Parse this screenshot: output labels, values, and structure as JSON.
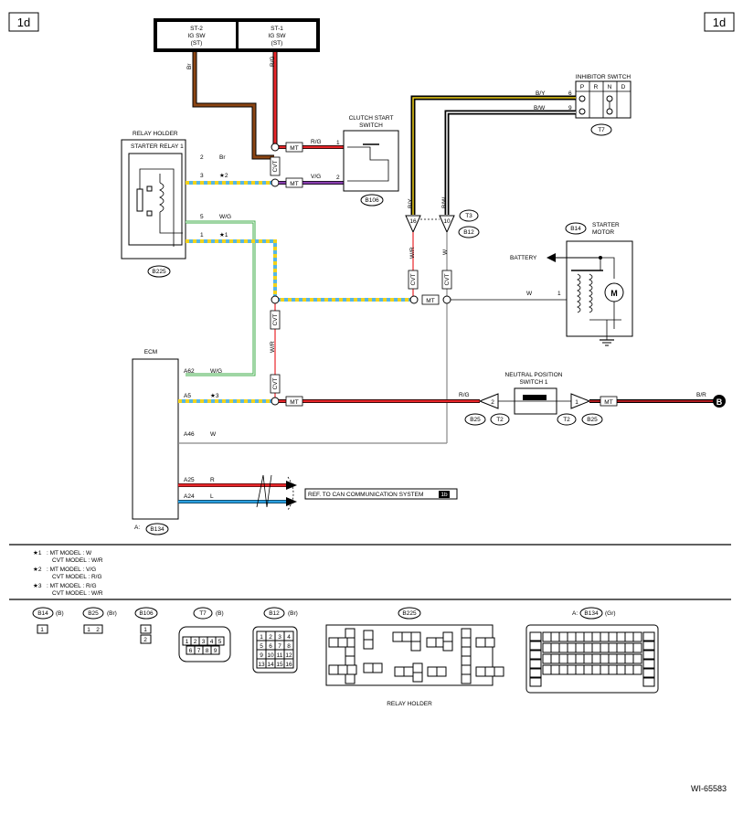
{
  "page_id": "1d",
  "figure_id": "WI-65583",
  "ignition": {
    "st2": [
      "ST-2",
      "IG SW",
      "(ST)"
    ],
    "st1": [
      "ST-1",
      "IG SW",
      "(ST)"
    ]
  },
  "relay_holder": {
    "title": "RELAY HOLDER",
    "relay": "STARTER RELAY 1",
    "connector": "B225"
  },
  "clutch_switch": {
    "title": [
      "CLUTCH START",
      "SWITCH"
    ],
    "connector": "B106"
  },
  "inhibitor": {
    "title": "INHIBITOR SWITCH",
    "positions": [
      "P",
      "R",
      "N",
      "D"
    ],
    "connector": "T7"
  },
  "starter": {
    "title": [
      "STARTER",
      "MOTOR"
    ],
    "connector": "B14",
    "battery": "BATTERY",
    "motor": "M"
  },
  "neutral_switch": {
    "title": [
      "NEUTRAL POSITION",
      "SWITCH 1"
    ]
  },
  "ecm": {
    "title": "ECM",
    "connector_prefix": "A:",
    "connector": "B134",
    "pins": [
      "A62",
      "A5",
      "A46",
      "A25",
      "A24"
    ]
  },
  "can_ref": {
    "text": "REF. TO CAN COMMUNICATION SYSTEM",
    "code": "1b"
  },
  "off_page": "B",
  "tags": {
    "mt": "MT",
    "cvt": "CVT"
  },
  "connectors": {
    "t3": "T3",
    "b12": "B12",
    "b25": "B25",
    "t2": "T2"
  },
  "wires": {
    "br": "Br",
    "rg": "R/G",
    "vg": "V/G",
    "wg": "W/G",
    "w": "W",
    "wr": "W/R",
    "by": "B/Y",
    "bw": "B/W",
    "br2": "B/R",
    "r": "R",
    "l": "L",
    "star1": "★1",
    "star2": "★2",
    "star3": "★3"
  },
  "pins": {
    "relay": [
      "2",
      "3",
      "5",
      "1"
    ],
    "clutch": [
      "1",
      "2"
    ],
    "inhibitor": [
      "6",
      "9"
    ],
    "jc": [
      "16",
      "10"
    ],
    "starter_w": "1",
    "t2a": "2",
    "t2b": "1"
  },
  "notes": [
    {
      "mark": "★1",
      "lines": [
        ": MT MODEL  : W",
        "CVT MODEL  : W/R"
      ]
    },
    {
      "mark": "★2",
      "lines": [
        ": MT MODEL  : V/G",
        "CVT MODEL  : R/G"
      ]
    },
    {
      "mark": "★3",
      "lines": [
        ": MT MODEL  : R/G",
        "CVT MODEL  : W/R"
      ]
    }
  ],
  "legend": {
    "b14": {
      "name": "B14",
      "color": "(B)",
      "pins": [
        "1"
      ]
    },
    "b25": {
      "name": "B25",
      "color": "(Br)",
      "pins": [
        "1",
        "2"
      ]
    },
    "b106": {
      "name": "B106",
      "pins": [
        "1",
        "2"
      ]
    },
    "t7": {
      "name": "T7",
      "color": "(B)",
      "pins": [
        "1",
        "2",
        "3",
        "4",
        "5",
        "6",
        "7",
        "8",
        "9"
      ]
    },
    "b12": {
      "name": "B12",
      "color": "(Br)",
      "pins": [
        "1",
        "2",
        "3",
        "4",
        "5",
        "6",
        "7",
        "8",
        "9",
        "10",
        "11",
        "12",
        "13",
        "14",
        "15",
        "16"
      ]
    },
    "b225": {
      "name": "B225",
      "label": "RELAY HOLDER"
    },
    "b134": {
      "prefix": "A:",
      "name": "B134",
      "color": "(Gr)"
    }
  },
  "colors": {
    "brown": "#8b4513",
    "red": "#e8262a",
    "orange": "#f08030",
    "yellow": "#f2d21b",
    "lightblue": "#55b6e6",
    "purple": "#8a3fb0",
    "green": "#3fae49",
    "blue": "#2a9fe0",
    "gray": "#888888"
  }
}
